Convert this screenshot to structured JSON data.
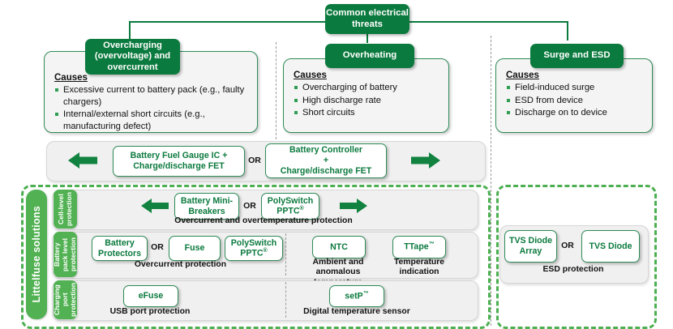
{
  "diagram": {
    "root": {
      "label": "Common electrical\nthreats"
    },
    "threats": [
      {
        "id": "overcharging",
        "title": "Overcharging\n(overvoltage) and\novercurrent",
        "causes_label": "Causes",
        "causes": [
          "Excessive current to battery pack (e.g., faulty chargers)",
          "Internal/external short circuits (e.g., manufacturing defect)"
        ]
      },
      {
        "id": "overheating",
        "title": "Overheating",
        "causes_label": "Causes",
        "causes": [
          "Overcharging of battery",
          "High discharge rate",
          "Short circuits"
        ]
      },
      {
        "id": "surge-esd",
        "title": "Surge and ESD",
        "causes_label": "Causes",
        "causes": [
          "Field-induced surge",
          "ESD from device",
          "Discharge on to device"
        ]
      }
    ],
    "control_row": {
      "left_chip": "Battery Fuel Gauge IC +\nCharge/discharge FET",
      "or_label": "OR",
      "right_chip": "Battery Controller\n+\nCharge/discharge FET",
      "left_arrow": "left-arrow",
      "right_arrow": "right-arrow"
    },
    "solutions": {
      "title": "Littelfuse solutions",
      "rows": [
        {
          "id": "cell-level",
          "tab": "Cell-level\nprotection",
          "left_arrow": "left-arrow",
          "right_arrow": "right-arrow",
          "chips": [
            {
              "label": "Battery Mini-\nBreakers",
              "sup": ""
            },
            {
              "label": "PolySwitch\nPPTC",
              "sup": "®"
            }
          ],
          "or_label": "OR",
          "caption": "Overcurrent and overtemperature protection"
        },
        {
          "id": "battery-pack-level",
          "tab": "Battery\npack level\nprotection",
          "chips": [
            {
              "label": "Battery\nProtectors",
              "sup": ""
            },
            {
              "label": "Fuse",
              "sup": ""
            },
            {
              "label": "PolySwitch\nPPTC",
              "sup": "®"
            }
          ],
          "or_label": "OR",
          "caption": "Overcurrent protection",
          "right_group": {
            "chips": [
              {
                "label": "NTC",
                "sup": "",
                "caption": "Ambient and\nanomalous temperature"
              },
              {
                "label": "TTape",
                "sup": "™",
                "caption": "Temperature\nindication"
              }
            ]
          }
        },
        {
          "id": "charging-port",
          "tab": "Charging\nport\nprotection",
          "chips": [
            {
              "label": "eFuse",
              "sup": "",
              "caption": "USB port protection"
            },
            {
              "label": "setP",
              "sup": "™",
              "caption": "Digital temperature sensor"
            }
          ]
        }
      ],
      "esd_panel": {
        "chips": [
          {
            "label": "TVS Diode\nArray"
          },
          {
            "label": "TVS Diode"
          }
        ],
        "or_label": "OR",
        "caption": "ESD protection"
      }
    },
    "colors": {
      "dark_green": "#0B7A3E",
      "light_green": "#52B153",
      "dashed_green": "#4CAF50",
      "chip_border": "#2e8b57",
      "panel_bg": "#f0f0f0",
      "card_bg": "#f4f4f4",
      "divider_grey": "#9a9a9a"
    }
  }
}
